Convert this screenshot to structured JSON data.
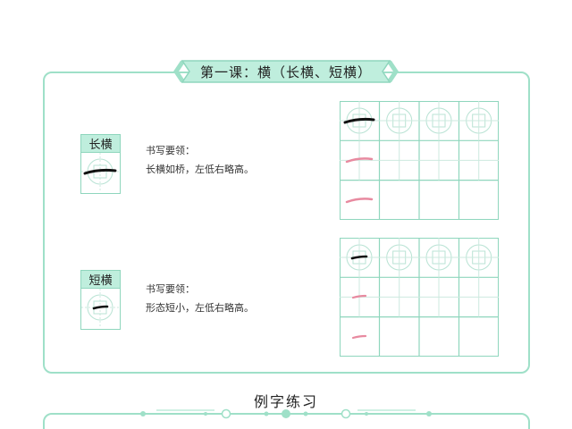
{
  "lesson": {
    "title": "第一课：横（长横、短横）"
  },
  "sections": [
    {
      "label": "长横",
      "tip_title": "书写要领：",
      "tip_text": "长横如桥，左低右略高。"
    },
    {
      "label": "短横",
      "tip_title": "书写要领：",
      "tip_text": "形态短小，左低右略高。"
    }
  ],
  "practice": {
    "title": "例字练习"
  },
  "colors": {
    "accent": "#8fd6bd",
    "banner_fill": "#bfeedd",
    "trace_stroke": "#e88aa0",
    "ink": "#111111"
  }
}
